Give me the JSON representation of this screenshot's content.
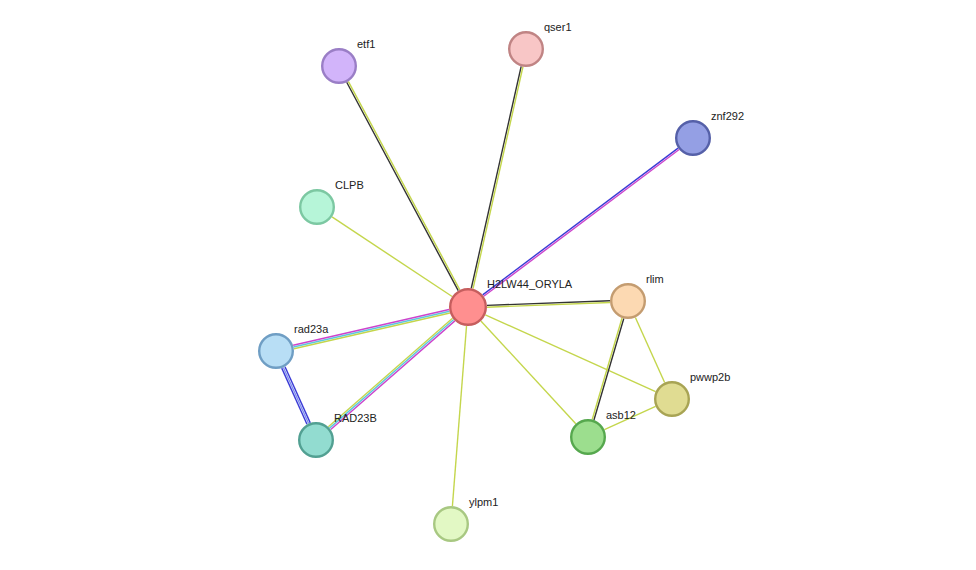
{
  "diagram": {
    "nodes": [
      {
        "text": [
          "qser1"
        ]
      },
      {
        "text": [
          "etf1"
        ]
      },
      {
        "text": [
          "znf292"
        ]
      },
      {
        "text": [
          "CLPB"
        ]
      },
      {
        "text": [
          "H2LW44_ORYLA"
        ]
      },
      {
        "text": [
          "rlim"
        ]
      },
      {
        "text": [
          "rad23a"
        ]
      },
      {
        "text": [
          "pwwp2b"
        ]
      },
      {
        "text": [
          "asb12"
        ]
      },
      {
        "text": [
          "RAD23B"
        ]
      },
      {
        "text": [
          "ylpm1"
        ]
      }
    ],
    "edges": [
      {
        "from": 4,
        "to": 1,
        "arrow": "none"
      },
      {
        "from": 4,
        "to": 0,
        "arrow": "none"
      },
      {
        "from": 4,
        "to": 2,
        "arrow": "none"
      },
      {
        "from": 4,
        "to": 3,
        "arrow": "none"
      },
      {
        "from": 4,
        "to": 5,
        "arrow": "none"
      },
      {
        "from": 4,
        "to": 6,
        "arrow": "none"
      },
      {
        "from": 4,
        "to": 9,
        "arrow": "none"
      },
      {
        "from": 4,
        "to": 10,
        "arrow": "none"
      },
      {
        "from": 4,
        "to": 8,
        "arrow": "none"
      },
      {
        "from": 4,
        "to": 7,
        "arrow": "none"
      },
      {
        "from": 6,
        "to": 9,
        "arrow": "none"
      },
      {
        "from": 5,
        "to": 8,
        "arrow": "none"
      },
      {
        "from": 5,
        "to": 7,
        "arrow": "none"
      },
      {
        "from": 8,
        "to": 7,
        "arrow": "none"
      }
    ]
  }
}
